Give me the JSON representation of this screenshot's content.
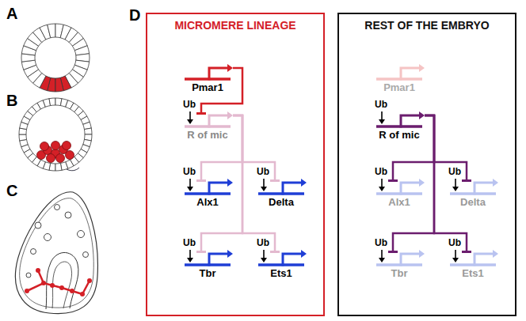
{
  "diagram": {
    "nodes": [
      {
        "text": [
          "MICROMERE LINEAGE"
        ]
      },
      {
        "text": [
          "Pmar1"
        ],
        "in": 0
      },
      {
        "text": [
          "R of mic"
        ],
        "in": 0
      },
      {
        "text": [
          "Alx1"
        ],
        "in": 0
      },
      {
        "text": [
          "Delta"
        ],
        "in": 0
      },
      {
        "text": [
          "Tbr"
        ],
        "in": 0
      },
      {
        "text": [
          "Ets1"
        ],
        "in": 0
      },
      {
        "text": [
          "REST OF THE EMBRYO"
        ]
      },
      {
        "text": [
          "Pmar1"
        ],
        "in": 7
      },
      {
        "text": [
          "R of mic"
        ],
        "in": 7
      },
      {
        "text": [
          "Alx1"
        ],
        "in": 7
      },
      {
        "text": [
          "Delta"
        ],
        "in": 7
      },
      {
        "text": [
          "Tbr"
        ],
        "in": 7
      },
      {
        "text": [
          "Ets1"
        ],
        "in": 7
      }
    ],
    "edges": [
      {
        "from": 1,
        "to": 2,
        "arrow": "to"
      },
      {
        "from": 2,
        "to": 3,
        "arrow": "to"
      },
      {
        "from": 2,
        "to": 4,
        "arrow": "to"
      },
      {
        "from": 2,
        "to": 5,
        "arrow": "to"
      },
      {
        "from": 2,
        "to": 6,
        "arrow": "to"
      },
      {
        "from": 9,
        "to": 10,
        "arrow": "to"
      },
      {
        "from": 9,
        "to": 11,
        "arrow": "to"
      },
      {
        "from": 9,
        "to": 12,
        "arrow": "to"
      },
      {
        "from": 9,
        "to": 13,
        "arrow": "to"
      }
    ],
    "labels": [
      "A",
      "B",
      "C",
      "D",
      "Ub",
      "Ub",
      "Ub",
      "Ub",
      "Ub",
      "Ub",
      "Ub",
      "Ub",
      "Ub",
      "Ub"
    ]
  }
}
